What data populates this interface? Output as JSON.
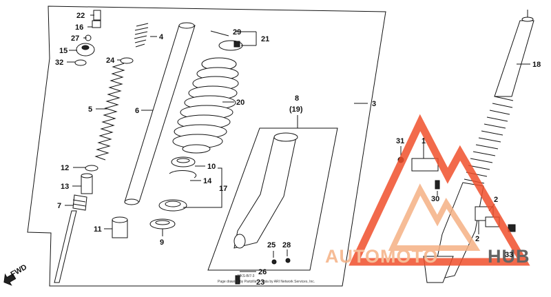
{
  "labels": {
    "p22": "22",
    "p16": "16",
    "p27": "27",
    "p15": "15",
    "p32": "32",
    "p4": "4",
    "p24": "24",
    "p5": "5",
    "p6": "6",
    "p12": "12",
    "p13": "13",
    "p7": "7",
    "p11": "11",
    "p29": "29",
    "p21": "21",
    "p20": "20",
    "p10": "10",
    "p14": "14",
    "p17": "17",
    "p9": "9",
    "p8": "8",
    "p19": "(19)",
    "p3": "3",
    "p25": "25",
    "p28": "28",
    "p26": "26",
    "p23": "23",
    "p18": "18",
    "p31": "31",
    "p1": "1",
    "p30": "30",
    "p2a": "2",
    "p2b": "2",
    "p33": "33"
  },
  "fwd_label": "FWD",
  "footer_note_1": "MKS-B/7-3",
  "footer_note_2": "Page drawing by Partzilla — data by ARI Network Services, Inc.",
  "watermark": {
    "part1": "AUTOMOTO",
    "part2": "HUB",
    "color_primary": "#f0502c",
    "color_secondary": "#f5b184",
    "color_dark": "#4a4a4a"
  }
}
